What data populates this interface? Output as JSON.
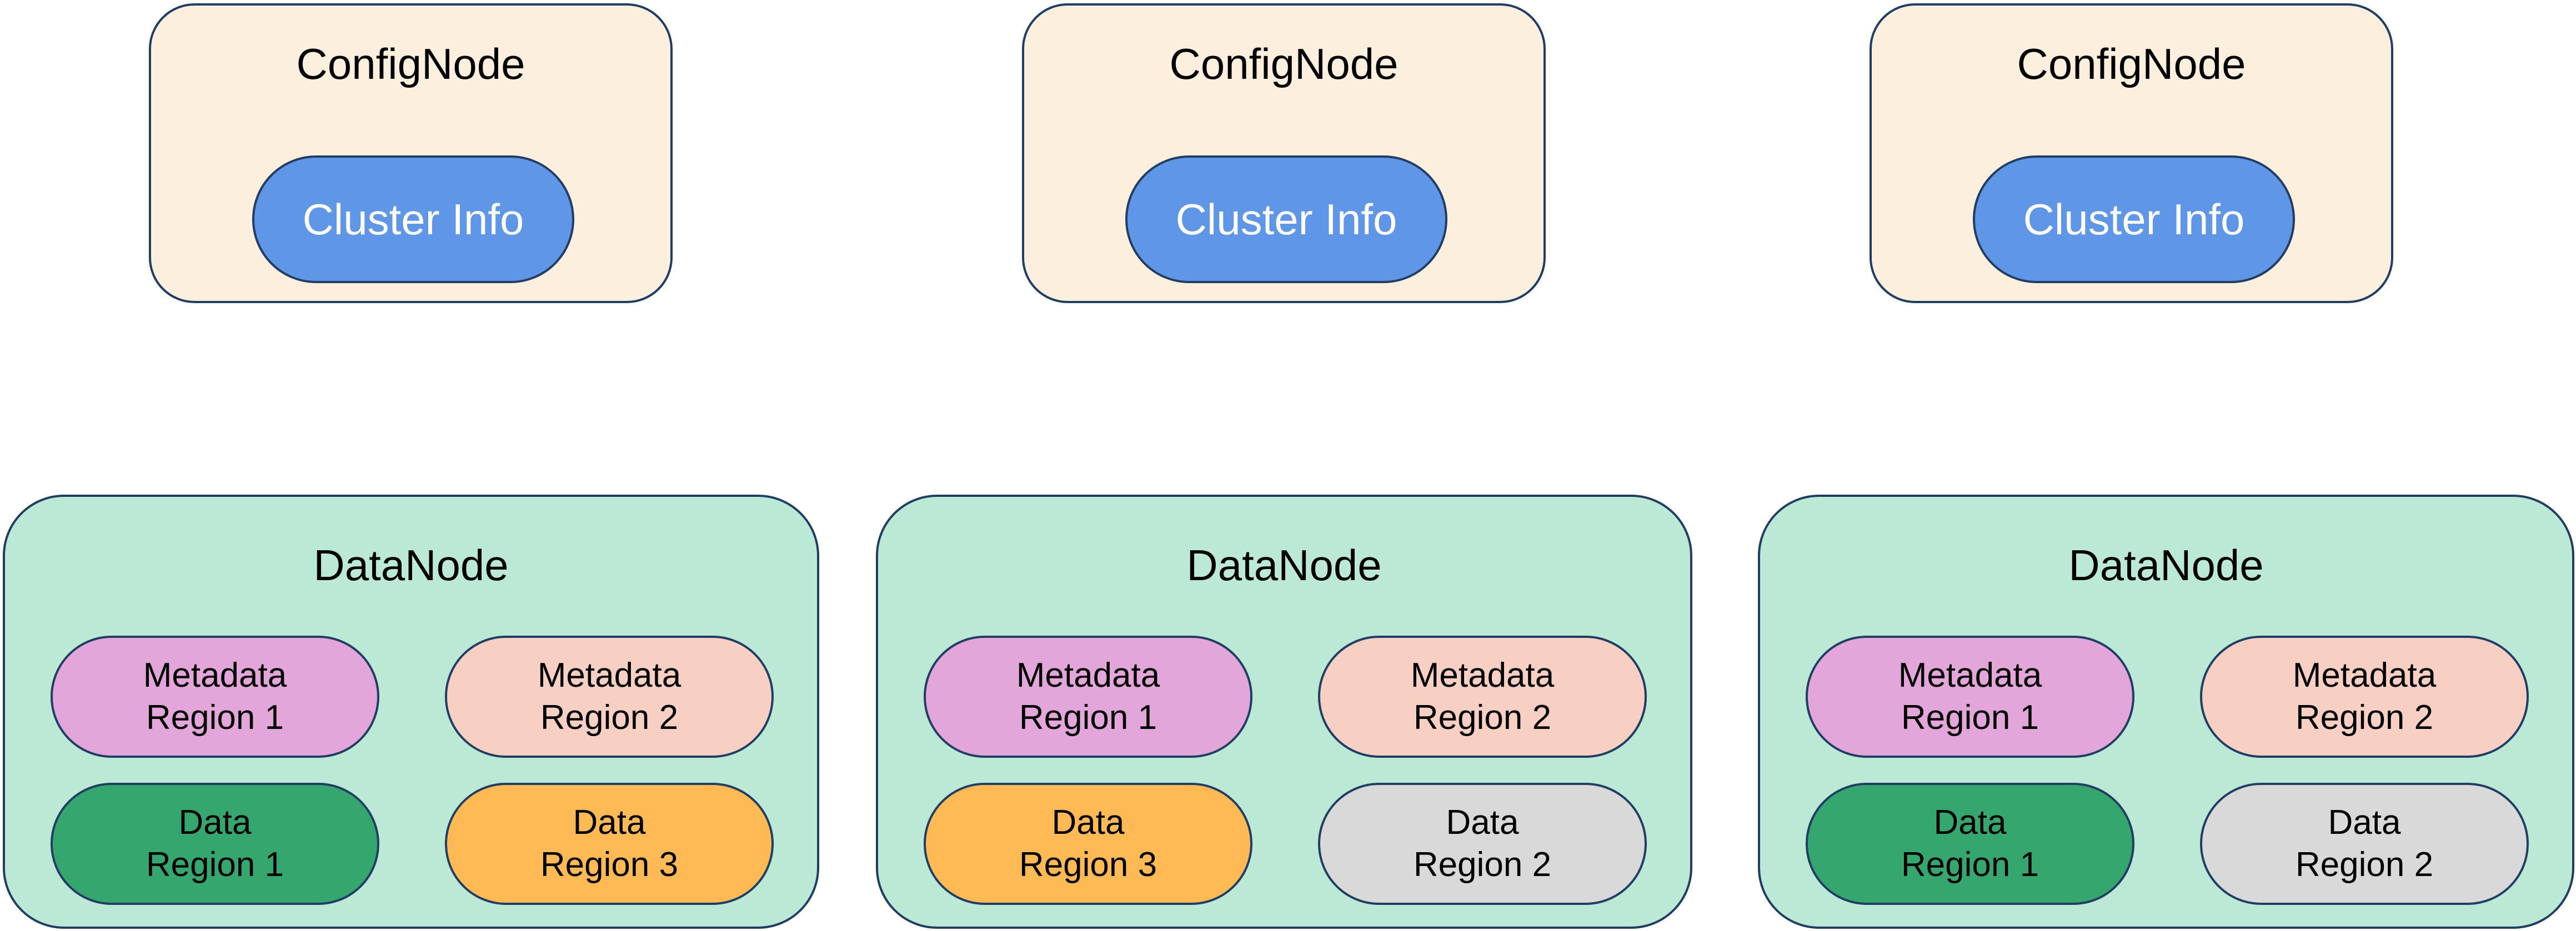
{
  "colors": {
    "config_node_fill": "#fdefdd",
    "cluster_info_fill": "#6096e6",
    "data_node_fill": "#bbe9d6",
    "border": "#213d63",
    "metadata_region_1": "#e3a6da",
    "metadata_region_2": "#f8cfc3",
    "data_region_1": "#35a66e",
    "data_region_2": "#d9d9d9",
    "data_region_3": "#ffb955"
  },
  "config_nodes": [
    {
      "title": "ConfigNode",
      "cluster_info": "Cluster Info"
    },
    {
      "title": "ConfigNode",
      "cluster_info": "Cluster Info"
    },
    {
      "title": "ConfigNode",
      "cluster_info": "Cluster Info"
    }
  ],
  "data_nodes": [
    {
      "title": "DataNode",
      "regions": [
        {
          "line1": "Metadata",
          "line2": "Region 1",
          "color_key": "metadata_region_1"
        },
        {
          "line1": "Metadata",
          "line2": "Region 2",
          "color_key": "metadata_region_2"
        },
        {
          "line1": "Data",
          "line2": "Region 1",
          "color_key": "data_region_1"
        },
        {
          "line1": "Data",
          "line2": "Region 3",
          "color_key": "data_region_3"
        }
      ]
    },
    {
      "title": "DataNode",
      "regions": [
        {
          "line1": "Metadata",
          "line2": "Region 1",
          "color_key": "metadata_region_1"
        },
        {
          "line1": "Metadata",
          "line2": "Region 2",
          "color_key": "metadata_region_2"
        },
        {
          "line1": "Data",
          "line2": "Region 3",
          "color_key": "data_region_3"
        },
        {
          "line1": "Data",
          "line2": "Region 2",
          "color_key": "data_region_2"
        }
      ]
    },
    {
      "title": "DataNode",
      "regions": [
        {
          "line1": "Metadata",
          "line2": "Region 1",
          "color_key": "metadata_region_1"
        },
        {
          "line1": "Metadata",
          "line2": "Region 2",
          "color_key": "metadata_region_2"
        },
        {
          "line1": "Data",
          "line2": "Region 1",
          "color_key": "data_region_1"
        },
        {
          "line1": "Data",
          "line2": "Region 2",
          "color_key": "data_region_2"
        }
      ]
    }
  ]
}
